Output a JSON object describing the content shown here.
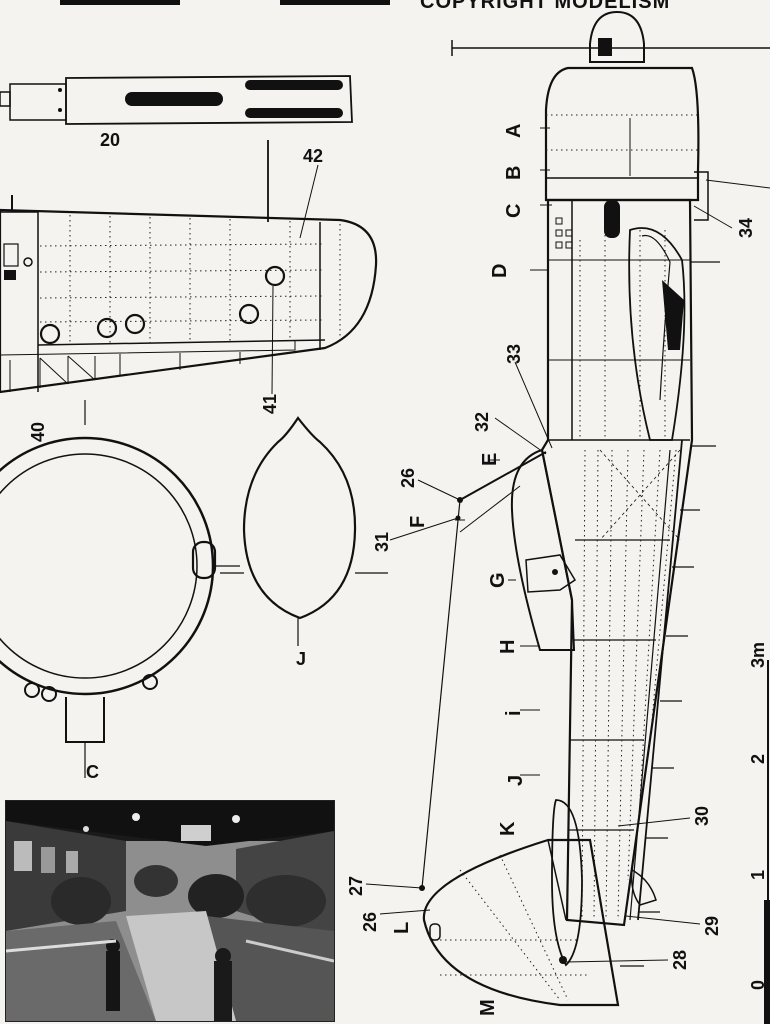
{
  "header": {
    "copyright": "COPYRIGHT MODELISM"
  },
  "section_letters": [
    "A",
    "B",
    "C",
    "D",
    "E",
    "F",
    "G",
    "H",
    "i",
    "J",
    "K",
    "L",
    "M"
  ],
  "part_numbers": {
    "n20": "20",
    "n42": "42",
    "n41": "41",
    "n40": "40",
    "n34": "34",
    "n33": "33",
    "n32": "32",
    "n26a": "26",
    "n31": "31",
    "n30": "30",
    "n27": "27",
    "n26b": "26",
    "n29": "29",
    "n28": "28"
  },
  "section_markers": {
    "c_section": "C",
    "j_section": "J"
  },
  "scale": {
    "zero": "0",
    "one": "1",
    "two": "2",
    "three": "3m"
  }
}
